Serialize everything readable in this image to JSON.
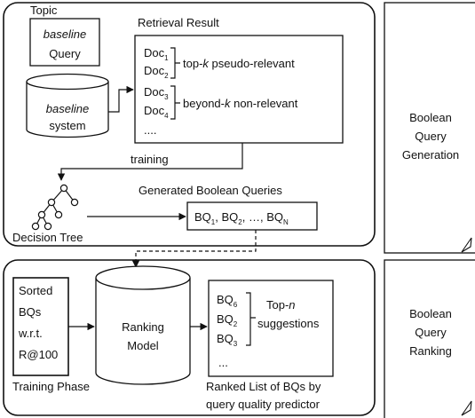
{
  "topic_label": "Topic",
  "baseline_query": {
    "line1": "baseline",
    "line2": "Query"
  },
  "baseline_system": {
    "line1": "baseline",
    "line2": "system"
  },
  "retrieval_result": {
    "title": "Retrieval Result",
    "docs": [
      {
        "base": "Doc",
        "sub": "1"
      },
      {
        "base": "Doc",
        "sub": "2"
      },
      {
        "base": "Doc",
        "sub": "3"
      },
      {
        "base": "Doc",
        "sub": "4"
      }
    ],
    "ellipsis": "....",
    "top_group": {
      "prefix": "top-",
      "k": "k",
      "suffix": " pseudo-relevant"
    },
    "beyond_group": {
      "prefix": "beyond-",
      "k": "k",
      "suffix": " non-relevant"
    }
  },
  "training_label": "training",
  "decision_tree_label": "Decision Tree",
  "generated_bq": {
    "title": "Generated Boolean Queries",
    "items": [
      {
        "base": "BQ",
        "sub": "1",
        "after": ", "
      },
      {
        "base": "BQ",
        "sub": "2",
        "after": ", …, "
      },
      {
        "base": "BQ",
        "sub": "N",
        "after": ""
      }
    ]
  },
  "sorted_bqs": [
    "Sorted",
    "BQs",
    "w.r.t.",
    "R@100"
  ],
  "ranking_model": [
    "Ranking",
    "Model"
  ],
  "training_phase_label": "Training Phase",
  "ranked_list": {
    "items": [
      {
        "base": "BQ",
        "sub": "6"
      },
      {
        "base": "BQ",
        "sub": "2"
      },
      {
        "base": "BQ",
        "sub": "3"
      }
    ],
    "ellipsis": "...",
    "top_n": {
      "prefix": "Top-",
      "n": "n",
      "line2": "suggestions"
    },
    "caption_line1": "Ranked List of BQs by",
    "caption_line2": "query quality predictor"
  },
  "side_panels": {
    "generation": [
      "Boolean",
      "Query",
      "Generation"
    ],
    "ranking": [
      "Boolean",
      "Query",
      "Ranking"
    ]
  }
}
